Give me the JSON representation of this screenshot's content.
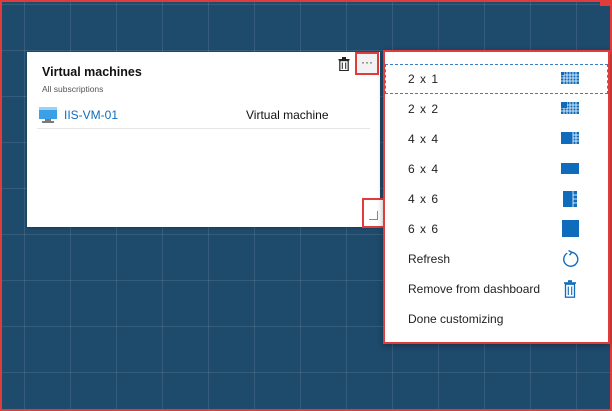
{
  "tile": {
    "title": "Virtual machines",
    "subtitle": "All subscriptions",
    "more_label": "···",
    "rows": [
      {
        "name": "IIS-VM-01",
        "type": "Virtual machine"
      }
    ]
  },
  "menu": {
    "items": [
      {
        "label": "2 x 1",
        "icon": "size-2x1-icon",
        "selected": true
      },
      {
        "label": "2 x 2",
        "icon": "size-2x2-icon"
      },
      {
        "label": "4 x 4",
        "icon": "size-4x4-icon"
      },
      {
        "label": "6 x 4",
        "icon": "size-6x4-icon"
      },
      {
        "label": "4 x 6",
        "icon": "size-4x6-icon"
      },
      {
        "label": "6 x 6",
        "icon": "size-6x6-icon"
      },
      {
        "label": "Refresh",
        "icon": "refresh-icon"
      },
      {
        "label": "Remove from dashboard",
        "icon": "trash-icon"
      },
      {
        "label": "Done customizing",
        "icon": ""
      }
    ]
  },
  "colors": {
    "accent": "#0f6cbd",
    "dashboard_bg": "#1e4a6c",
    "highlight_border": "#e03c3c"
  }
}
